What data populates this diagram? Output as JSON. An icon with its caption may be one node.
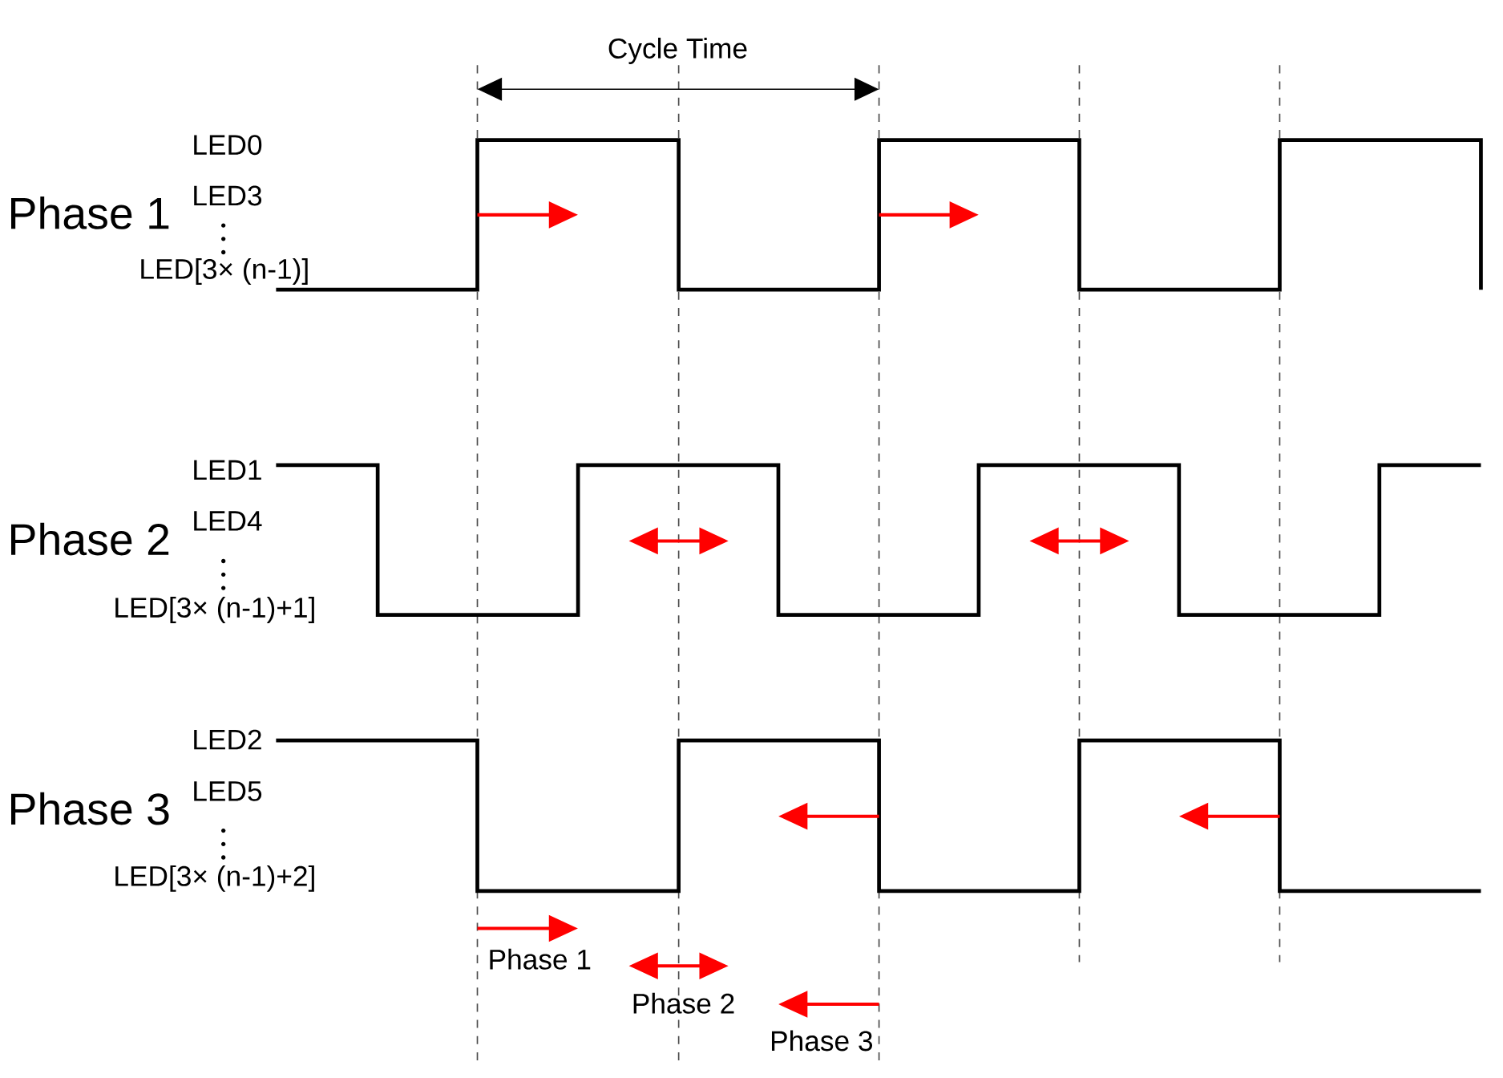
{
  "diagram": {
    "labels": [
      "Cycle Time",
      "Phase 1",
      "LED0",
      "LED3",
      "LED[3× (n-1)]",
      "Phase 2",
      "LED1",
      "LED4",
      "LED[3× (n-1)+1]",
      "Phase 3",
      "LED2",
      "LED5",
      "LED[3× (n-1)+2]"
    ],
    "legend": [
      {
        "text": "Phase 1"
      },
      {
        "text": "Phase 2"
      },
      {
        "text": "Phase 3"
      }
    ]
  }
}
